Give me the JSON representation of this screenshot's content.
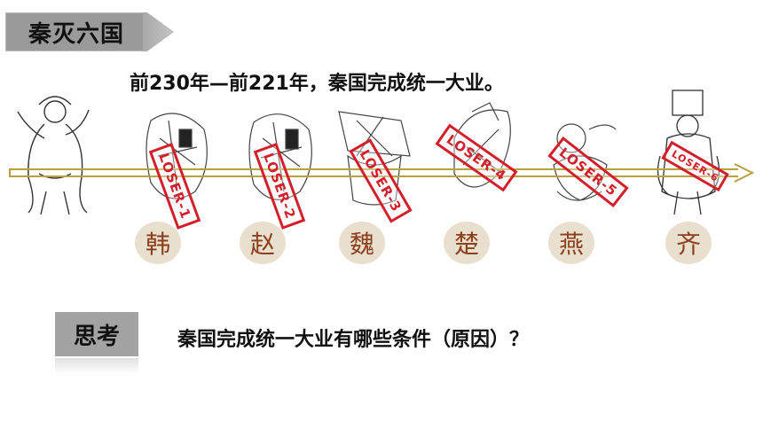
{
  "header": {
    "title": "秦灭六国"
  },
  "subtitle": "前230年—前221年，秦国完成统一大业。",
  "states": [
    {
      "name": "韩",
      "stamp": "LOSER-1"
    },
    {
      "name": "赵",
      "stamp": "LOSER-2"
    },
    {
      "name": "魏",
      "stamp": "LOSER-3"
    },
    {
      "name": "楚",
      "stamp": "LOSER-4"
    },
    {
      "name": "燕",
      "stamp": "LOSER-5"
    },
    {
      "name": "齐",
      "stamp": "LOSER-6"
    }
  ],
  "think": {
    "label": "思考",
    "question": "秦国完成统一大业有哪些条件（原因）？"
  },
  "colors": {
    "stamp": "#d21f2a",
    "state_text": "#8b3f1b",
    "state_circle": "#e8dfcf",
    "arrow": "#b9a040"
  }
}
